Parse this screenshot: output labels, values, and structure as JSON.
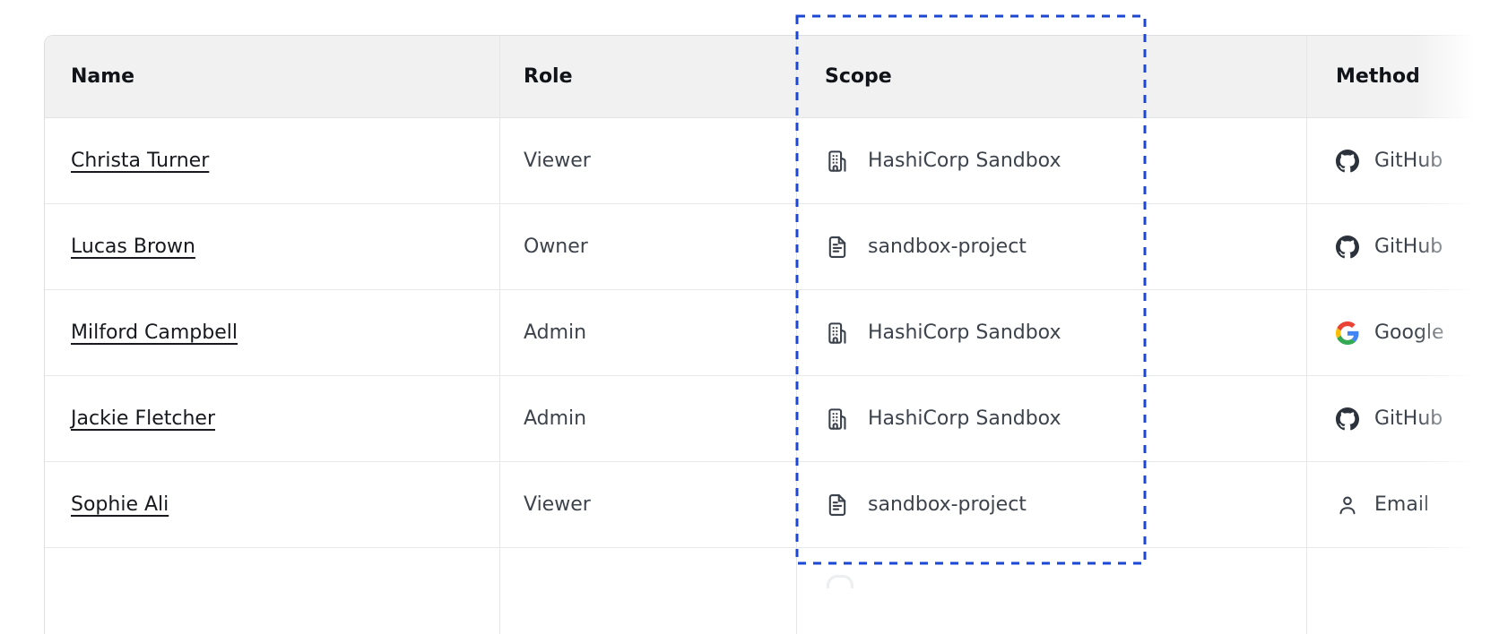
{
  "table": {
    "columns": [
      {
        "label": "Name"
      },
      {
        "label": "Role"
      },
      {
        "label": "Scope"
      },
      {
        "label": "Method"
      }
    ],
    "rows": [
      {
        "name": "Christa Turner",
        "role": "Viewer",
        "scope": {
          "label": "HashiCorp Sandbox",
          "icon": "org-building-icon"
        },
        "method": {
          "label": "GitHub",
          "icon": "github-icon"
        }
      },
      {
        "name": "Lucas Brown",
        "role": "Owner",
        "scope": {
          "label": "sandbox-project",
          "icon": "file-text-icon"
        },
        "method": {
          "label": "GitHub",
          "icon": "github-icon"
        }
      },
      {
        "name": "Milford Campbell",
        "role": "Admin",
        "scope": {
          "label": "HashiCorp Sandbox",
          "icon": "org-building-icon"
        },
        "method": {
          "label": "Google",
          "icon": "google-icon"
        }
      },
      {
        "name": "Jackie Fletcher",
        "role": "Admin",
        "scope": {
          "label": "HashiCorp Sandbox",
          "icon": "org-building-icon"
        },
        "method": {
          "label": "GitHub",
          "icon": "github-icon"
        }
      },
      {
        "name": "Sophie Ali",
        "role": "Viewer",
        "scope": {
          "label": "sandbox-project",
          "icon": "file-text-icon"
        },
        "method": {
          "label": "Email",
          "icon": "user-icon"
        }
      }
    ],
    "highlighted_column": "Scope"
  },
  "colors": {
    "highlight_blue": "#1c46d4",
    "header_bg": "#f1f1f2",
    "body_text": "#3d434b",
    "link_text": "#17191e",
    "github_icon": "#2b323b",
    "google_red": "#EA4335",
    "google_blue": "#4285F4",
    "google_yellow": "#FBBC05",
    "google_green": "#34A853"
  }
}
